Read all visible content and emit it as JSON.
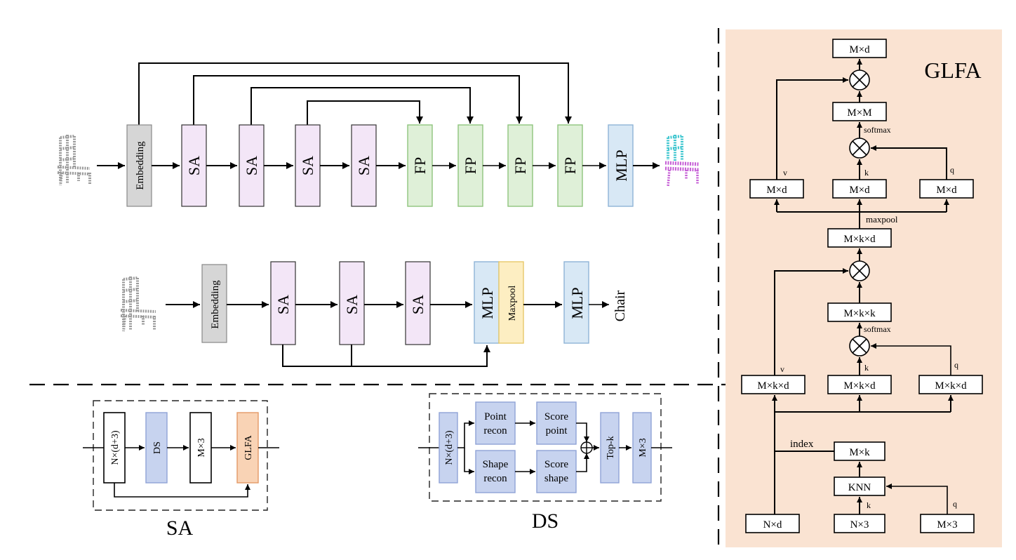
{
  "title": "GLFA",
  "colors": {
    "panel_bg": "#fae3d2",
    "embedding": "#d6d6d6",
    "sa": "#f3e6f7",
    "fp": "#dff0d8",
    "mlp": "#d8e8f5",
    "maxpool": "#fdeec2",
    "ds": "#c7d3ef",
    "glfa_box": "#f9d3b5",
    "point_cloud_gray": "#9a9a9a",
    "seg_cyan": "#3fc6cf",
    "seg_purple": "#c65fd6"
  },
  "seg": {
    "embedding": "Embedding",
    "sa1": "SA",
    "sa2": "SA",
    "sa3": "SA",
    "sa4": "SA",
    "fp1": "FP",
    "fp2": "FP",
    "fp3": "FP",
    "fp4": "FP",
    "mlp": "MLP"
  },
  "cls": {
    "embedding": "Embedding",
    "sa1": "SA",
    "sa2": "SA",
    "sa3": "SA",
    "mlp1": "MLP",
    "maxpool": "Maxpool",
    "mlp2": "MLP",
    "output": "Chair"
  },
  "sa_block": {
    "caption": "SA",
    "input": "N×(d+3)",
    "ds": "DS",
    "m3": "M×3",
    "glfa": "GLFA"
  },
  "ds_block": {
    "caption": "DS",
    "input": "N×(d+3)",
    "point_recon": [
      "Point",
      "recon"
    ],
    "shape_recon": [
      "Shape",
      "recon"
    ],
    "score_point": [
      "Score",
      "point"
    ],
    "score_shape": [
      "Score",
      "shape"
    ],
    "topk": "Top-k",
    "m3": "M×3"
  },
  "glfa": {
    "out": "M×d",
    "mm": "M×M",
    "softmax_top": "softmax",
    "v_top": "M×d",
    "k_top": "M×d",
    "q_top": "M×d",
    "v_label_top": "v",
    "k_label_top": "k",
    "q_label_top": "q",
    "maxpool": "maxpool",
    "mkd_top": "M×k×d",
    "mkk": "M×k×k",
    "softmax_mid": "softmax",
    "v_mid": "M×k×d",
    "k_mid": "M×k×d",
    "q_mid": "M×k×d",
    "v_label_mid": "v",
    "k_label_mid": "k",
    "q_label_mid": "q",
    "index": "index",
    "mk": "M×k",
    "knn": "KNN",
    "k_label_bot": "k",
    "q_label_bot": "q",
    "nd": "N×d",
    "n3": "N×3",
    "m3": "M×3"
  }
}
